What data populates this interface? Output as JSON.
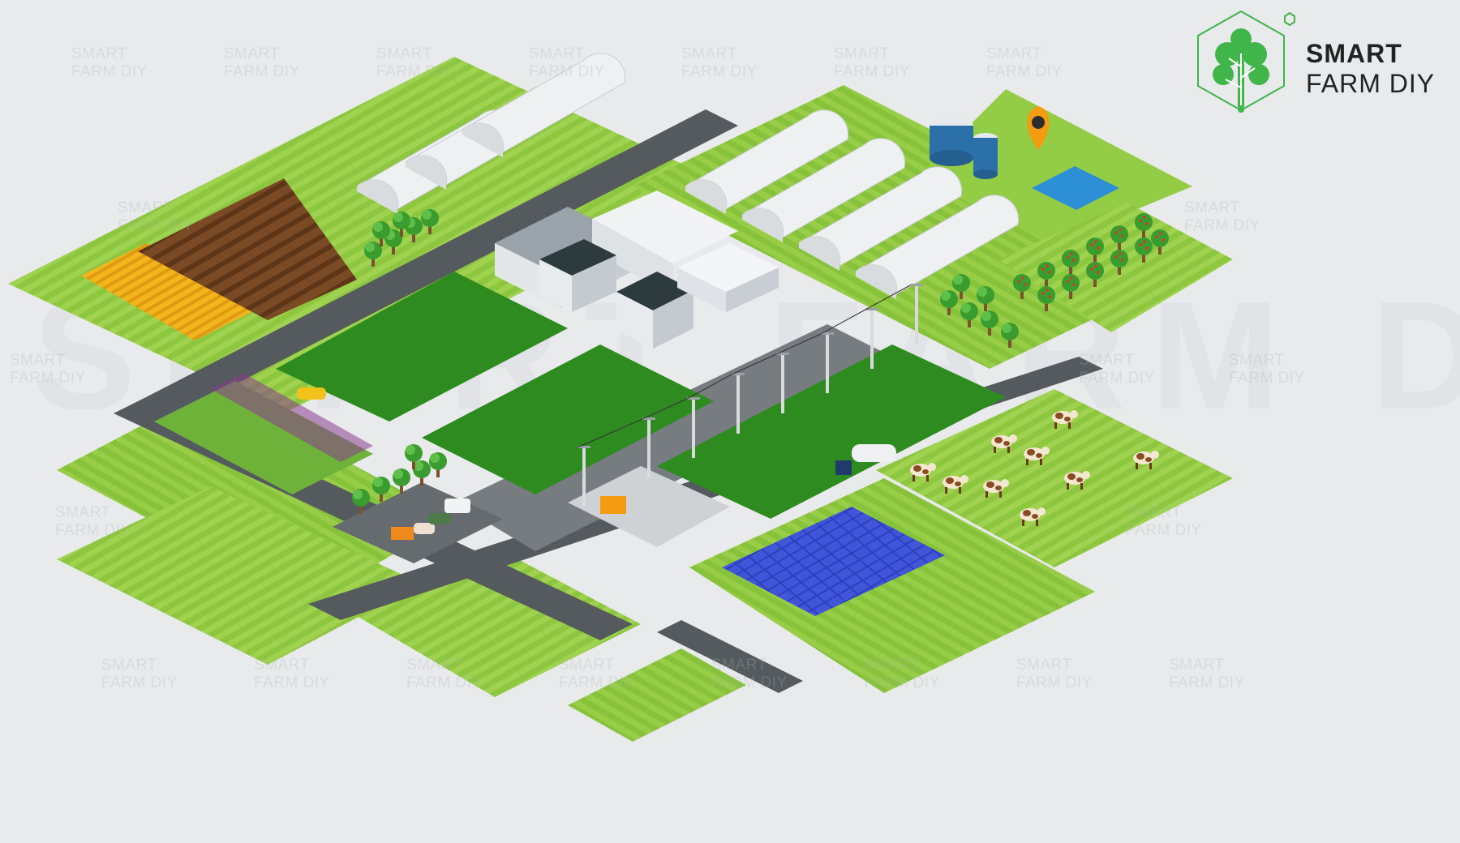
{
  "brand": {
    "line1": "SMART",
    "line2": "FARM DIY",
    "accent_color": "#3fb54a",
    "icon": "leaf-circuit-icon"
  },
  "watermark": {
    "line1": "SMART",
    "line2": "FARM DIY",
    "large_text": "SMART FARM DIY"
  },
  "colors": {
    "background": "#e9eaec",
    "field_light": "#8cc63f",
    "field_dark": "#2e8b1f",
    "road": "#555a5e",
    "solar_panel": "#3446c9",
    "water": "#2d8fd6",
    "map_pin": "#f39c12"
  },
  "icons": [
    "map-pin-icon",
    "greenhouse-icon",
    "water-tank-icon",
    "solar-panel-icon",
    "cow-icon",
    "tree-icon",
    "power-pole-icon",
    "truck-icon",
    "car-icon"
  ]
}
